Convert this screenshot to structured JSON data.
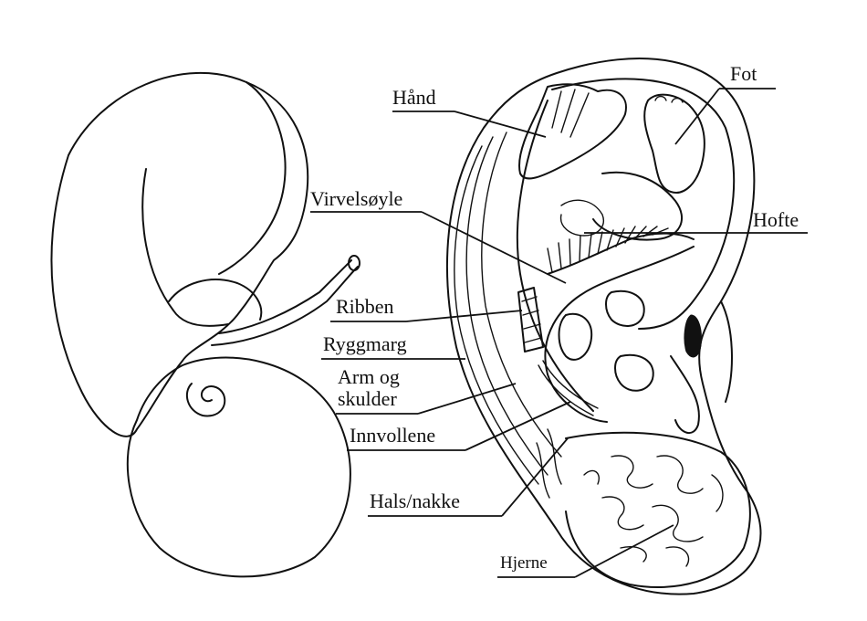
{
  "labels": {
    "haand": "Hånd",
    "fot": "Fot",
    "virvelsoyle": "Virvelsøyle",
    "hofte": "Hofte",
    "ribben": "Ribben",
    "ryggmarg": "Ryggmarg",
    "arm_line1": "Arm og",
    "arm_line2": "skulder",
    "innvollene": "Innvollene",
    "hals": "Hals/nakke",
    "hjerne": "Hjerne"
  }
}
